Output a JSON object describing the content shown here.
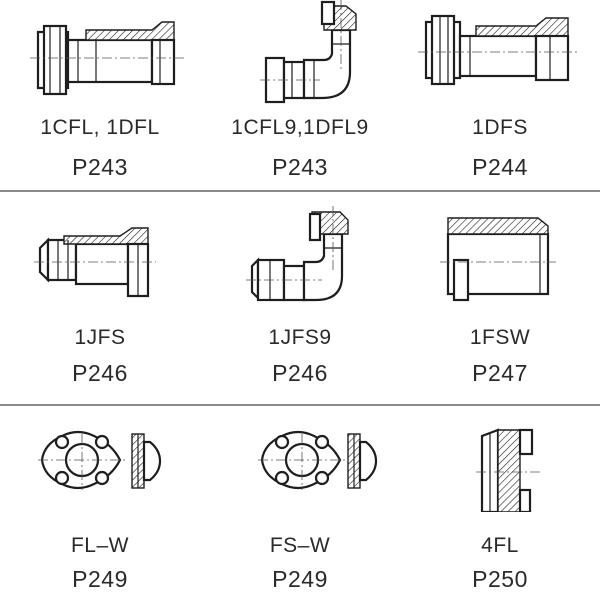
{
  "rows": [
    {
      "items": [
        {
          "code": "1CFL, 1DFL",
          "page": "P243",
          "icon": "straight-cone-fitting-drawing"
        },
        {
          "code": "1CFL9,1DFL9",
          "page": "P243",
          "icon": "elbow-cone-fitting-drawing"
        },
        {
          "code": "1DFS",
          "page": "P244",
          "icon": "straight-swivel-fitting-drawing"
        }
      ]
    },
    {
      "items": [
        {
          "code": "1JFS",
          "page": "P246",
          "icon": "jic-swivel-fitting-drawing"
        },
        {
          "code": "1JFS9",
          "page": "P246",
          "icon": "jic-elbow-fitting-drawing"
        },
        {
          "code": "1FSW",
          "page": "P247",
          "icon": "socket-weld-fitting-drawing"
        }
      ]
    },
    {
      "items": [
        {
          "code": "FL–W",
          "page": "P249",
          "icon": "flange-clamp-drawing"
        },
        {
          "code": "FS–W",
          "page": "P249",
          "icon": "flange-clamp-drawing"
        },
        {
          "code": "4FL",
          "page": "P250",
          "icon": "flange-head-drawing"
        }
      ]
    }
  ]
}
